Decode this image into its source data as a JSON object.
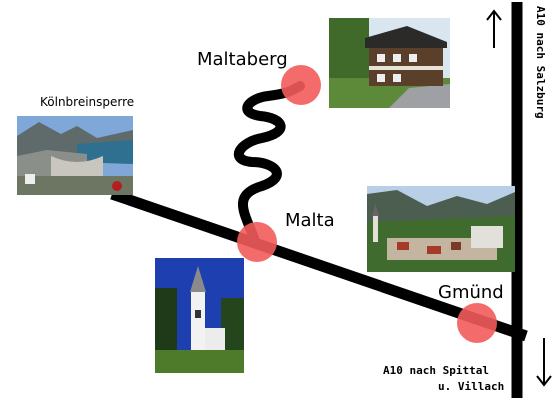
{
  "places": {
    "maltaberg": "Maltaberg",
    "malta": "Malta",
    "gmuend": "Gmünd",
    "koelnbrein": "Kölnbreinsperre"
  },
  "highway": {
    "north_label": "A10 nach Salzburg",
    "south_label_line1": "A10 nach Spittal",
    "south_label_line2": "u. Villach"
  },
  "colors": {
    "road": "#000000",
    "marker": "#f25b5b",
    "background": "#ffffff"
  },
  "icons": {
    "north": "arrow-up-icon",
    "south": "arrow-down-icon"
  }
}
